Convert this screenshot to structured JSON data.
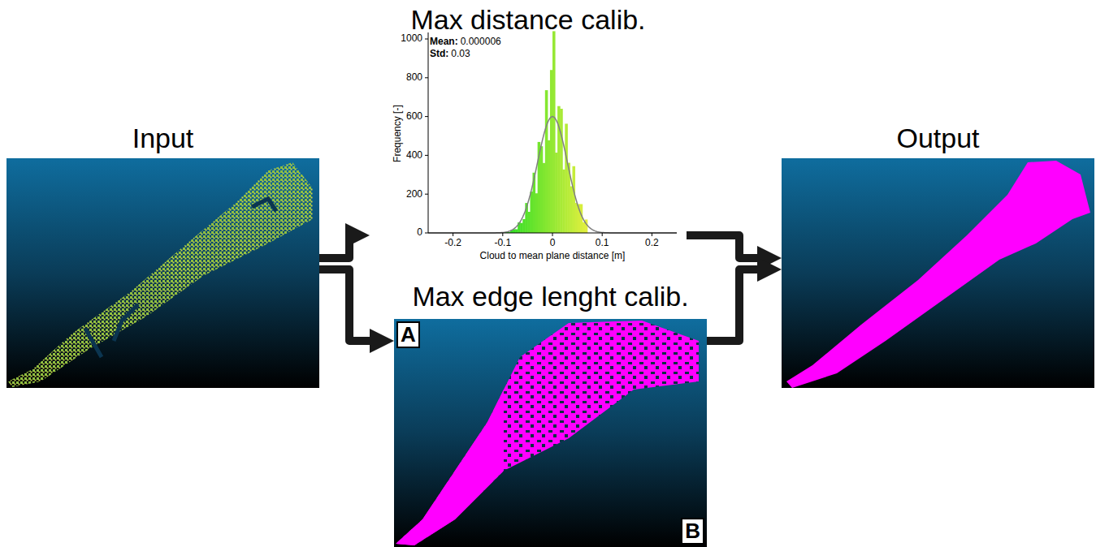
{
  "diagram": {
    "nodes": [
      {
        "text": [
          "Input"
        ]
      },
      {
        "text": [
          "Max distance calib."
        ]
      },
      {
        "text": [
          "Max edge lenght calib."
        ]
      },
      {
        "text": [
          "Output"
        ]
      }
    ],
    "edges": [
      {
        "from": 0,
        "to": 1,
        "arrow": "to"
      },
      {
        "from": 0,
        "to": 2,
        "arrow": "to"
      },
      {
        "from": 1,
        "to": 3,
        "arrow": "to"
      },
      {
        "from": 2,
        "to": 3,
        "arrow": "to"
      }
    ],
    "labels": [
      "Mean:",
      "0.000006",
      "Std:",
      "0.03",
      "1000",
      "800",
      "600",
      "400",
      "200",
      "0",
      "-0.2",
      "-0.1",
      "0",
      "0.1",
      "0.2",
      "Frequency [-]",
      "Cloud to mean plane distance [m]",
      "A",
      "B"
    ]
  }
}
